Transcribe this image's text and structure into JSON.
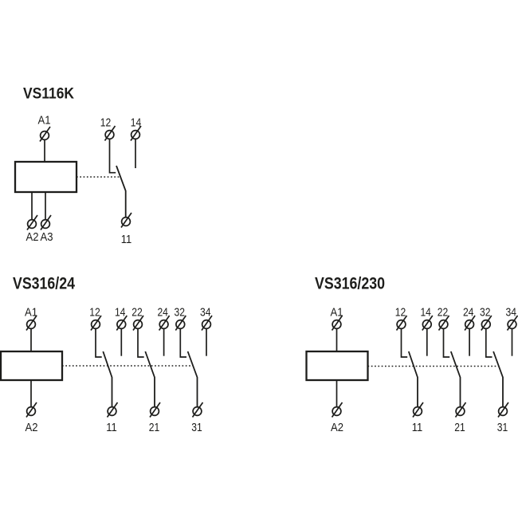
{
  "page": {
    "background": "#ffffff",
    "ink_color": "#1d1d1b",
    "description": "Relay wiring diagrams"
  },
  "diagrams": [
    {
      "title": "VS116K",
      "labels": {
        "a1": "A1",
        "a2": "A2",
        "a3": "A3",
        "t12": "12",
        "t14": "14",
        "t11": "11"
      }
    },
    {
      "title": "VS316/24",
      "labels": {
        "a1": "A1",
        "a2": "A2",
        "t12": "12",
        "t14": "14",
        "t11": "11",
        "t22": "22",
        "t24": "24",
        "t21": "21",
        "t32": "32",
        "t34": "34",
        "t31": "31"
      }
    },
    {
      "title": "VS316/230",
      "labels": {
        "a1": "A1",
        "a2": "A2",
        "t12": "12",
        "t14": "14",
        "t11": "11",
        "t22": "22",
        "t24": "24",
        "t21": "21",
        "t32": "32",
        "t34": "34",
        "t31": "31"
      }
    }
  ]
}
